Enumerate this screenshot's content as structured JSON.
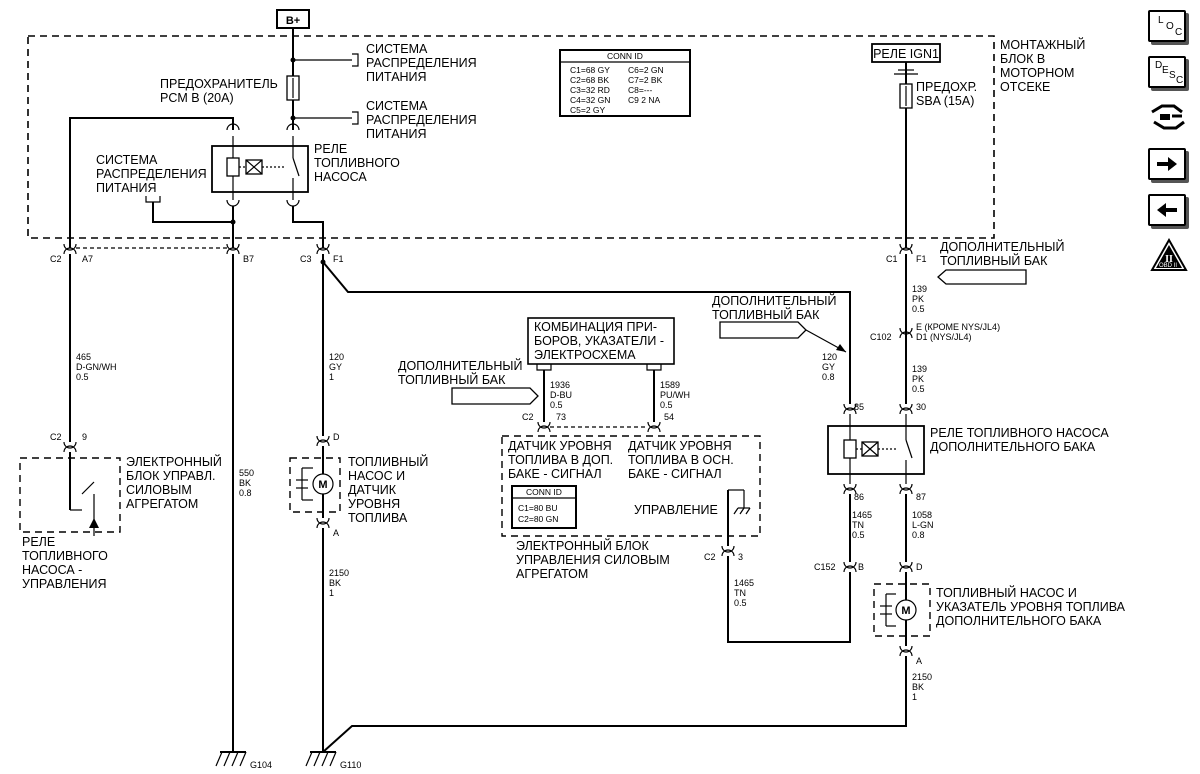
{
  "supply": {
    "bplus": "B+"
  },
  "underhood": {
    "title": [
      "МОНТАЖНЫЙ",
      "БЛОК В",
      "МОТОРНОМ",
      "ОТСЕКЕ"
    ]
  },
  "power_dist_top": [
    "СИСТЕМА",
    "РАСПРЕДЕЛЕНИЯ",
    "ПИТАНИЯ"
  ],
  "power_dist_mid": [
    "СИСТЕМА",
    "РАСПРЕДЕЛЕНИЯ",
    "ПИТАНИЯ"
  ],
  "power_dist_left": [
    "СИСТЕМА",
    "РАСПРЕДЕЛЕНИЯ",
    "ПИТАНИЯ"
  ],
  "fuse_pcm": [
    "ПРЕДОХРАНИТЕЛЬ",
    "PCM B (20A)"
  ],
  "fuel_pump_relay": [
    "РЕЛЕ",
    "ТОПЛИВНОГО",
    "НАСОСА"
  ],
  "conn_id_top": {
    "title": "CONN ID",
    "rows": [
      "C1=68 GY",
      "C6=2 GN",
      "C2=68 BK",
      "C7=2 BK",
      "C3=32 RD",
      "C8=---",
      "C4=32 GN",
      "C9 2 NA",
      "C5=2 GY"
    ]
  },
  "ign1_relay": "РЕЛЕ IGN1",
  "fuse_sba": [
    "ПРЕДОХР.",
    "SBA (15A)"
  ],
  "pins_left": {
    "c2": "C2",
    "a7": "A7",
    "b7": "B7",
    "c3": "C3",
    "f1": "F1"
  },
  "pins_right": {
    "c1": "C1",
    "f1": "F1"
  },
  "aux_tank_arrow1": [
    "ДОПОЛНИТЕЛЬНЫЙ",
    "ТОПЛИВНЫЙ БАК"
  ],
  "aux_tank_arrow2": [
    "ДОПОЛНИТЕЛЬНЫЙ",
    "ТОПЛИВНЫЙ БАК"
  ],
  "aux_tank_arrow3": [
    "ДОПОЛНИТЕЛЬНЫЙ",
    "ТОПЛИВНЫЙ БАК"
  ],
  "wire_465": [
    "465",
    "D-GN/WH",
    "0.5"
  ],
  "wire_120a": [
    "120",
    "GY",
    "1"
  ],
  "wire_550": [
    "550",
    "BK",
    "0.8"
  ],
  "wire_2150a": [
    "2150",
    "BK",
    "1"
  ],
  "wire_139a": [
    "139",
    "PK",
    "0.5"
  ],
  "wire_139b": [
    "139",
    "PK",
    "0.5"
  ],
  "wire_120b": [
    "120",
    "GY",
    "0.8"
  ],
  "wire_1936": [
    "1936",
    "D-BU",
    "0.5"
  ],
  "wire_1589": [
    "1589",
    "PU/WH",
    "0.5"
  ],
  "wire_1465a": [
    "1465",
    "TN",
    "0.5"
  ],
  "wire_1465b": [
    "1465",
    "TN",
    "0.5"
  ],
  "wire_1058": [
    "1058",
    "L-GN",
    "0.8"
  ],
  "wire_2150b": [
    "2150",
    "BK",
    "1"
  ],
  "c102": {
    "name": "C102",
    "line1": "E (КРОМЕ NYS/JL4)",
    "line2": "D1 (NYS/JL4)"
  },
  "pin_labels": {
    "c2_9": "C2",
    "p9": "9",
    "pD1": "D",
    "pA1": "A",
    "c2_73": "C2",
    "p73": "73",
    "p54": "54",
    "p85": "85",
    "p30": "30",
    "p86": "86",
    "p87": "87",
    "c152": "C152",
    "pB": "B",
    "pD2": "D",
    "pA2": "A",
    "c2_3": "C2",
    "p3": "3"
  },
  "ecm_relay_block": [
    "ЭЛЕКТРОННЫЙ",
    "БЛОК УПРАВЛ.",
    "СИЛОВЫМ",
    "АГРЕГАТОМ"
  ],
  "relay_ctrl": [
    "РЕЛЕ",
    "ТОПЛИВНОГО",
    "НАСОСА -",
    "УПРАВЛЕНИЯ"
  ],
  "fuel_pump_main": [
    "ТОПЛИВНЫЙ",
    "НАСОС И",
    "ДАТЧИК",
    "УРОВНЯ",
    "ТОПЛИВА"
  ],
  "cluster": [
    "КОМБИНАЦИЯ ПРИ-",
    "БОРОВ, УКАЗАТЕЛИ -",
    "ЭЛЕКТРОСХЕМА"
  ],
  "sensor_aux": [
    "ДАТЧИК УРОВНЯ",
    "ТОПЛИВА В ДОП.",
    "БАКЕ - СИГНАЛ"
  ],
  "sensor_main": [
    "ДАТЧИК УРОВНЯ",
    "ТОПЛИВА В ОСН.",
    "БАКЕ - СИГНАЛ"
  ],
  "conn_id_ecm": {
    "title": "CONN ID",
    "rows": [
      "C1=80 BU",
      "C2=80 GN"
    ]
  },
  "control_label": "УПРАВЛЕНИЕ",
  "ecm_bottom": [
    "ЭЛЕКТРОННЫЙ БЛОК",
    "УПРАВЛЕНИЯ СИЛОВЫМ",
    "АГРЕГАТОМ"
  ],
  "aux_relay": [
    "РЕЛЕ ТОПЛИВНОГО НАСОСА",
    "ДОПОЛНИТЕЛЬНОГО БАКА"
  ],
  "aux_pump": [
    "ТОПЛИВНЫЙ НАСОС И",
    "УКАЗАТЕЛЬ УРОВНЯ ТОПЛИВА",
    "ДОПОЛНИТЕЛЬНОГО БАКА"
  ],
  "grounds": {
    "g104": "G104",
    "g110": "G110"
  },
  "motor_symbol": "M",
  "nav": {
    "loc": [
      "L",
      "O",
      "C"
    ],
    "desc": [
      "D",
      "E",
      "S",
      "C"
    ],
    "obd": "OBD II",
    "obd_mark": "II",
    "icons": [
      "connector-icon",
      "arrow-right-icon",
      "arrow-left-icon",
      "obd-ii-icon"
    ]
  }
}
